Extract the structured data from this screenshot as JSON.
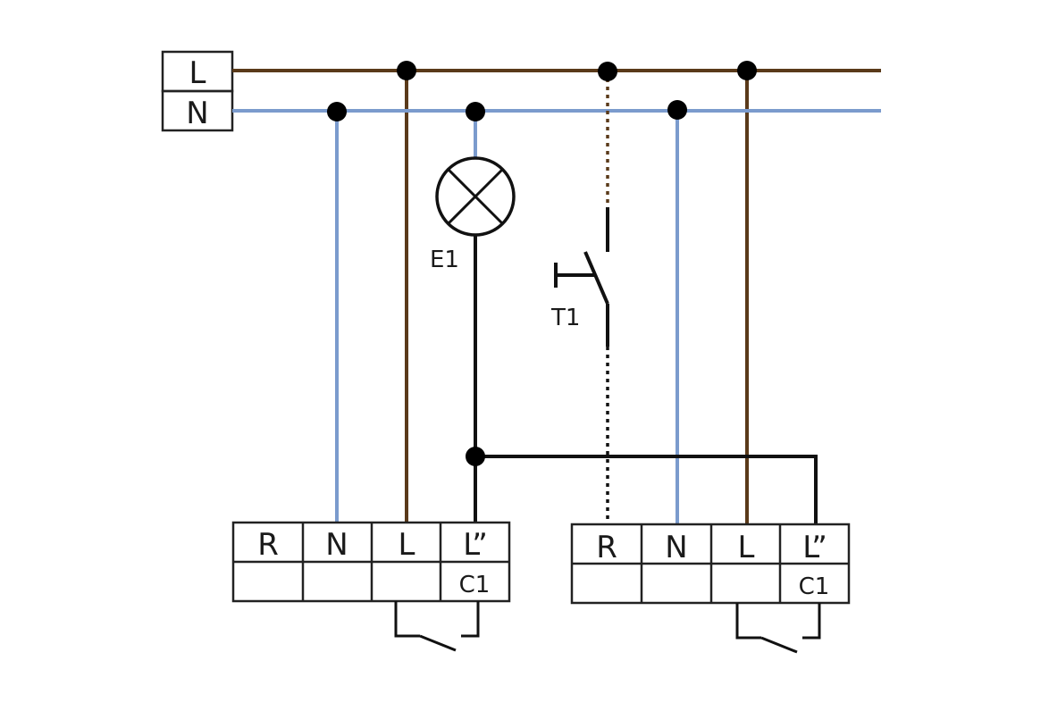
{
  "colors": {
    "live": "#5a3a1a",
    "neutral": "#7b9bcd",
    "control": "#111111",
    "background": "#ffffff"
  },
  "supply": {
    "live_label": "L",
    "neutral_label": "N"
  },
  "components": {
    "lamp_label": "E1",
    "pushbutton_label": "T1"
  },
  "relays": [
    {
      "terminals": [
        "R",
        "N",
        "L",
        "L”"
      ],
      "contact_label": "C1"
    },
    {
      "terminals": [
        "R",
        "N",
        "L",
        "L”"
      ],
      "contact_label": "C1"
    }
  ]
}
